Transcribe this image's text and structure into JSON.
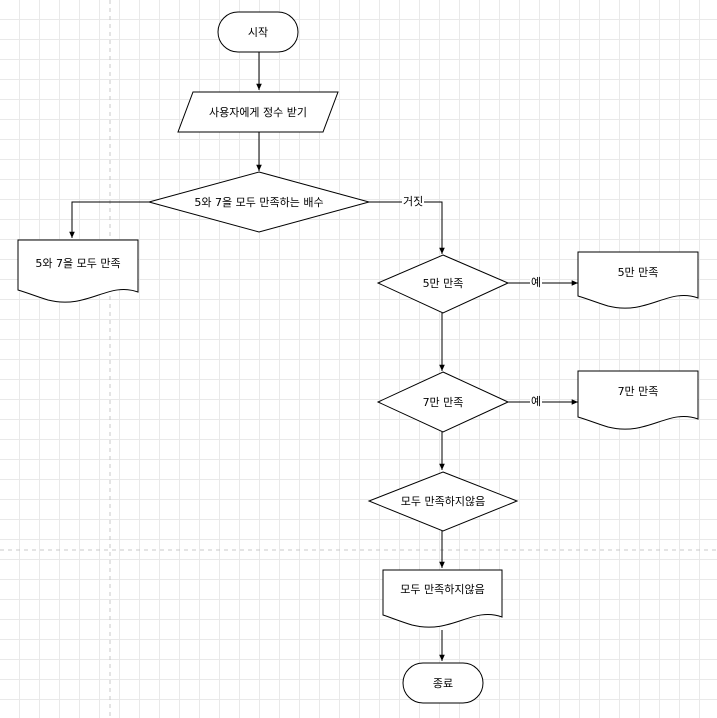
{
  "nodes": {
    "start": "시작",
    "input": "사용자에게 정수 받기",
    "cond_both": "5와 7을 모두 만족하는 배수",
    "out_both": "5와 7을 모두 만족",
    "cond_5": "5만 만족",
    "out_5": "5만 만족",
    "cond_7": "7만 만족",
    "out_7": "7만 만족",
    "cond_none": "모두 만족하지않음",
    "out_none": "모두 만족하지않음",
    "end": "종료"
  },
  "edges": {
    "false_label": "거짓",
    "yes_label_5": "예",
    "yes_label_7": "예"
  },
  "colors": {
    "stroke": "#000000",
    "fill": "#ffffff",
    "grid": "#e9e9e9",
    "page_break": "#c8c8c8"
  }
}
